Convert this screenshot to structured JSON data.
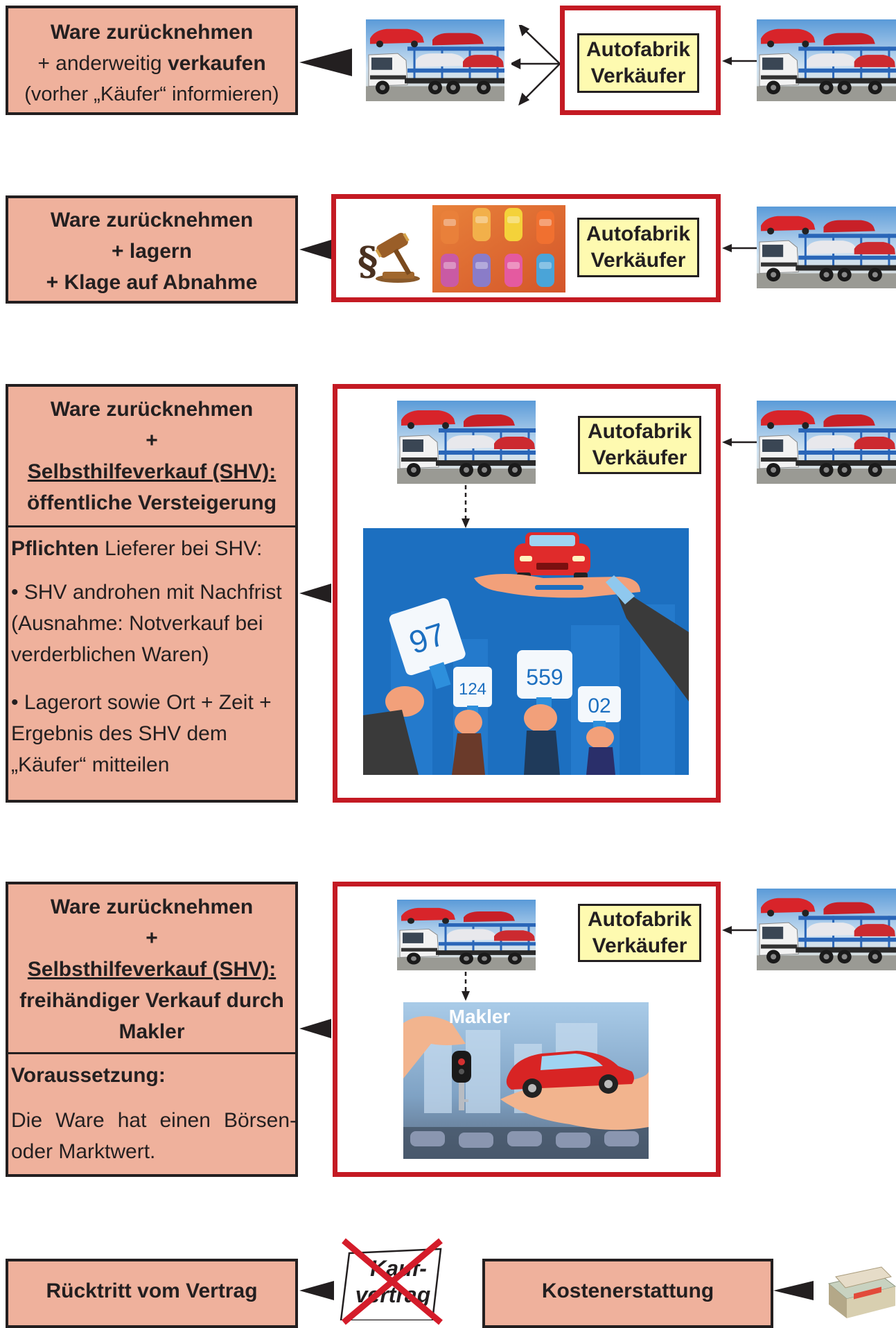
{
  "row1": {
    "box_line1": "Ware zurücknehmen",
    "box_line2_plus": "+ anderweitig ",
    "box_line2_bold": "verkaufen",
    "box_line3": "(vorher „Käufer“ informieren)",
    "label_line1": "Autofabrik",
    "label_line2": "Verkäufer"
  },
  "row2": {
    "box_line1": "Ware zurücknehmen",
    "box_line2": "+ lagern",
    "box_line3": "+ Klage auf Abnahme",
    "label_line1": "Autofabrik",
    "label_line2": "Verkäufer"
  },
  "row3": {
    "box_line1": "Ware zurücknehmen",
    "box_line2": "+",
    "box_line3": "Selbsthilfeverkauf (SHV):",
    "box_line4": "öffentliche Versteigerung",
    "duties_bold": "Pflichten",
    "duties_rest": " Lieferer bei SHV:",
    "bullet1": "• SHV androhen mit Nachfrist (Ausnahme: Notverkauf bei verderblichen Waren)",
    "bullet2": "• Lagerort sowie Ort + Zeit + Ergebnis des SHV dem „Käufer“ mitteilen",
    "label_line1": "Autofabrik",
    "label_line2": "Verkäufer",
    "paddles": [
      "97",
      "124",
      "559",
      "02"
    ]
  },
  "row4": {
    "box_line1": "Ware zurücknehmen",
    "box_line2": "+",
    "box_line3": "Selbsthilfeverkauf (SHV):",
    "box_line4": "freihändiger Verkauf durch",
    "box_line5": "Makler",
    "cond_title": "Voraussetzung:",
    "cond_text": "Die Ware hat einen Börsen- oder Marktwert.",
    "label_line1": "Autofabrik",
    "label_line2": "Verkäufer",
    "makler_label": "Makler"
  },
  "row5": {
    "left_box": "Rücktritt vom Vertrag",
    "contract_line1": "Kauf-",
    "contract_line2": "vertrag",
    "right_box": "Kostenerstattung"
  },
  "colors": {
    "box_fill": "#efb19c",
    "frame_red": "#c41a23",
    "label_yellow": "#fefab0",
    "outline": "#231f20"
  }
}
